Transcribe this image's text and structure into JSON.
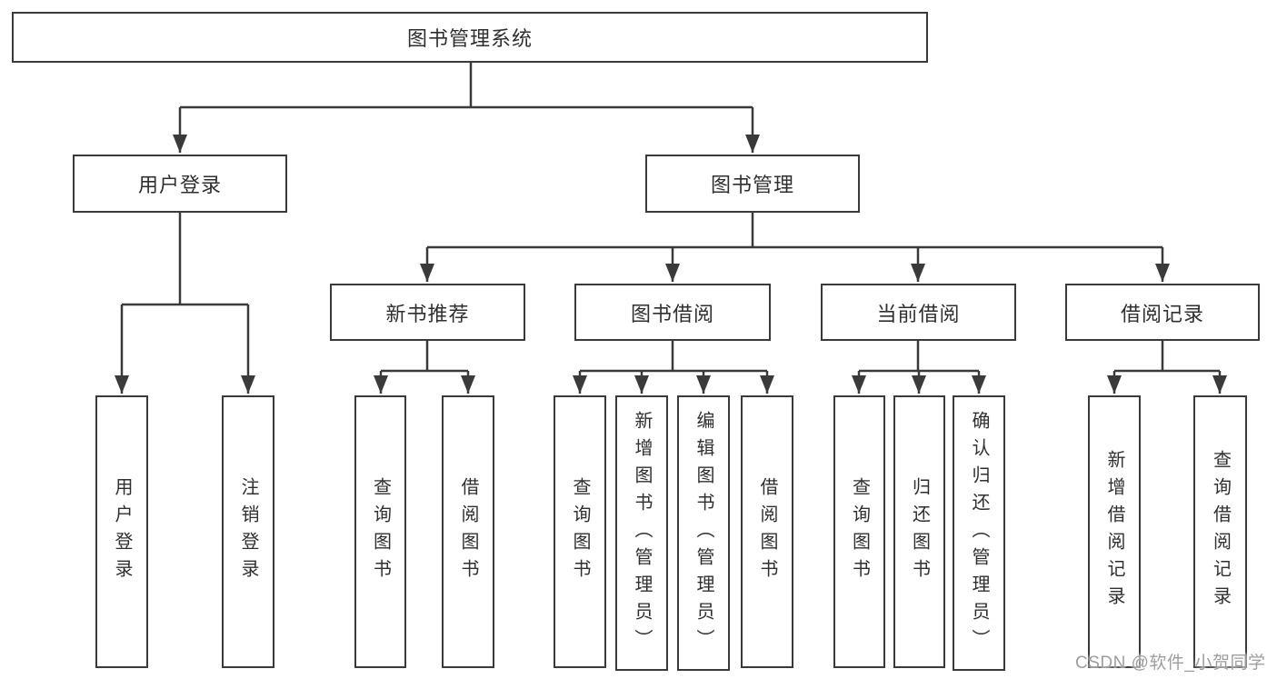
{
  "tree": {
    "root": {
      "label": "图书管理系统"
    },
    "branches": [
      {
        "label": "用户登录",
        "leaves": [
          "用户登录",
          "注销登录"
        ]
      },
      {
        "label": "图书管理",
        "groups": [
          {
            "label": "新书推荐",
            "leaves": [
              "查询图书",
              "借阅图书"
            ]
          },
          {
            "label": "图书借阅",
            "leaves": [
              "查询图书",
              "新增图书（管理员）",
              "编辑图书（管理员）",
              "借阅图书"
            ]
          },
          {
            "label": "当前借阅",
            "leaves": [
              "查询图书",
              "归还图书",
              "确认归还（管理员）"
            ]
          },
          {
            "label": "借阅记录",
            "leaves": [
              "新增借阅记录",
              "查询借阅记录"
            ]
          }
        ]
      }
    ]
  },
  "watermark": "CSDN @软件_小贺同学",
  "colors": {
    "line": "#3a3a3a",
    "text": "#2f2f2f",
    "watermark": "#9e9e9e",
    "background": "#ffffff"
  }
}
